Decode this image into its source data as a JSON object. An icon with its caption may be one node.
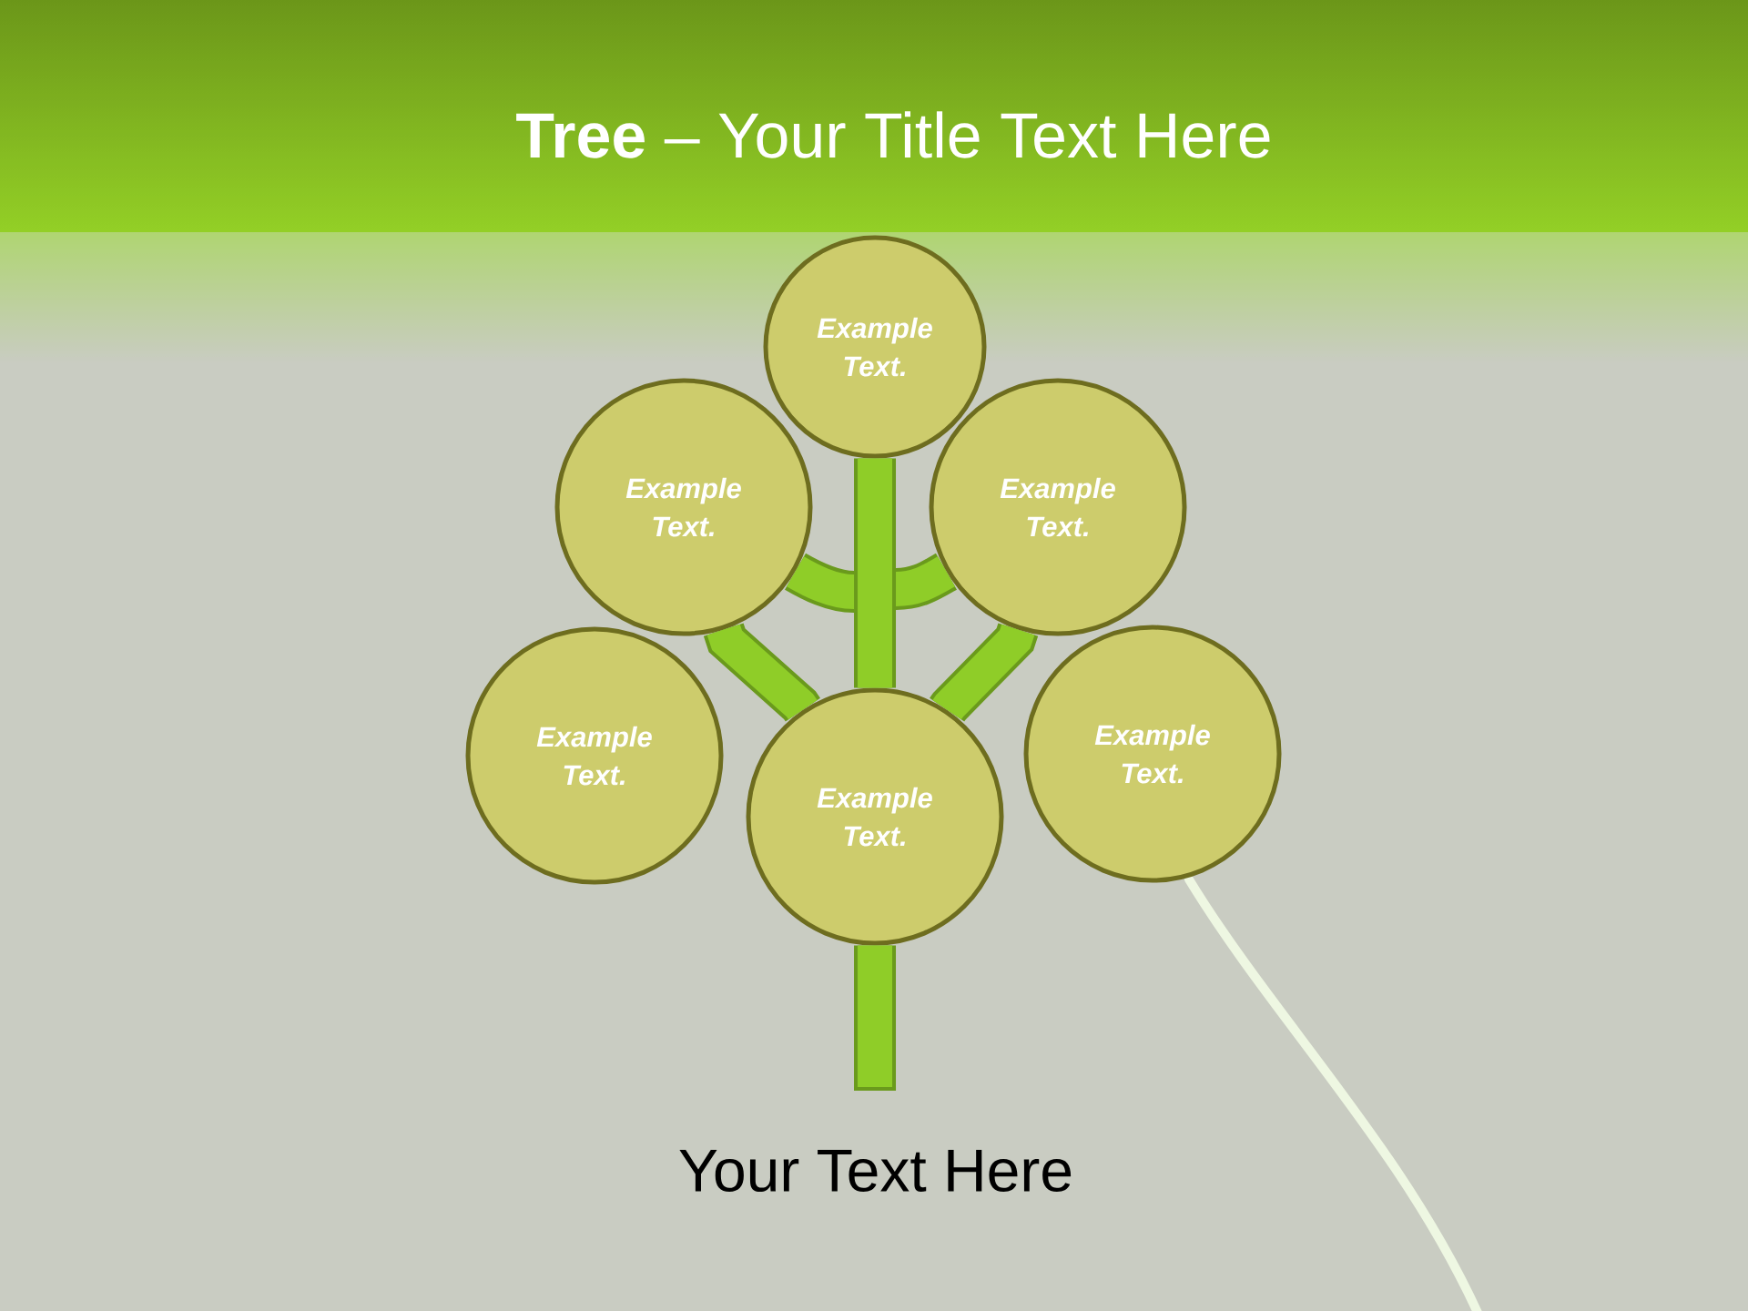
{
  "diagram": {
    "title": "**Tree** – Your Title Text Here",
    "nodes": [
      {
        "text": [
          "Example Text."
        ]
      },
      {
        "text": [
          "Example Text."
        ]
      },
      {
        "text": [
          "Example Text."
        ]
      },
      {
        "text": [
          "Example Text."
        ]
      },
      {
        "text": [
          "Example Text."
        ]
      },
      {
        "text": [
          "Example Text."
        ]
      }
    ],
    "edges": [
      {
        "from": 4,
        "to": null,
        "arrow": "none"
      },
      {
        "from": 4,
        "to": 0,
        "arrow": "none"
      },
      {
        "from": 4,
        "to": 1,
        "arrow": "none"
      },
      {
        "from": 4,
        "to": 2,
        "arrow": "none"
      },
      {
        "from": 4,
        "to": 1,
        "arrow": "none"
      },
      {
        "from": 4,
        "to": 2,
        "arrow": "none"
      }
    ],
    "caption": "Your Text Here"
  }
}
